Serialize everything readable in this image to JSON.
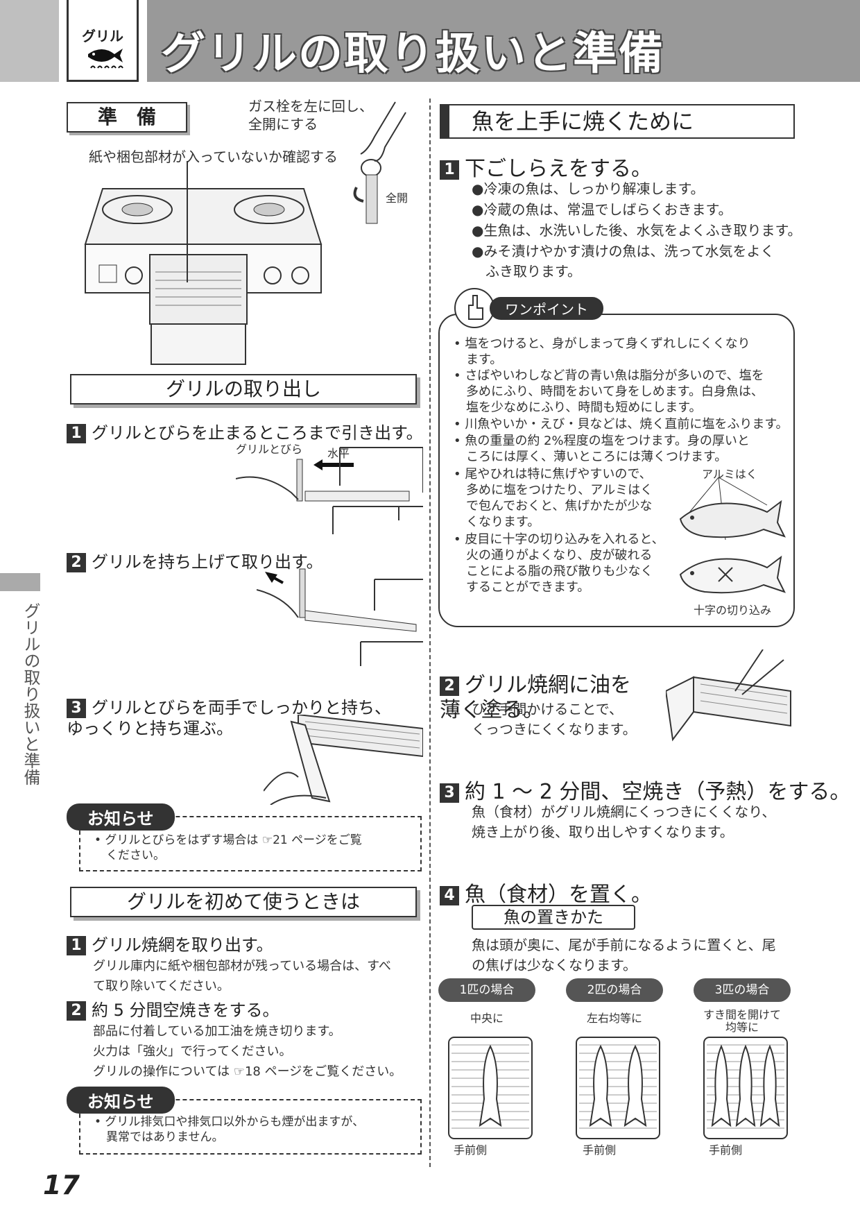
{
  "header": {
    "icon_label": "グリル",
    "title": "グリルの取り扱いと準備"
  },
  "side_label": "グリルの取り扱いと準備",
  "page_number": "17",
  "left": {
    "prep": {
      "title": "準　備",
      "valve": "ガス栓を左に回し、\n全開にする",
      "full_open": "全開",
      "check": "紙や梱包部材が入っていないか確認する"
    },
    "removal": {
      "title": "グリルの取り出し",
      "steps": [
        {
          "num": "1",
          "text": "グリルとびらを止まるところまで引き出す。",
          "label_door": "グリルとびら",
          "label_level": "水平"
        },
        {
          "num": "2",
          "text": "グリルを持ち上げて取り出す。"
        },
        {
          "num": "3",
          "text": "グリルとびらを両手でしっかりと持ち、\nゆっくりと持ち運ぶ。"
        }
      ]
    },
    "notice1": {
      "tag": "お知らせ",
      "text": "• グリルとびらをはずす場合は ☞21 ページをご覧\n　ください。"
    },
    "first_use": {
      "title": "グリルを初めて使うときは",
      "steps": [
        {
          "num": "1",
          "text": "グリル焼網を取り出す。",
          "desc": "グリル庫内に紙や梱包部材が残っている場合は、すべ\nて取り除いてください。"
        },
        {
          "num": "2",
          "text": "約 5 分間空焼きをする。",
          "desc": "部品に付着している加工油を焼き切ります。\n火力は「強火」で行ってください。\nグリルの操作については ☞18 ページをご覧ください。"
        }
      ]
    },
    "notice2": {
      "tag": "お知らせ",
      "text": "• グリル排気口や排気口以外からも煙が出ますが、\n　異常ではありません。"
    }
  },
  "right": {
    "title": "魚を上手に焼くために",
    "step1": {
      "num": "1",
      "text": "下ごしらえをする。",
      "items": [
        "●冷凍の魚は、しっかり解凍します。",
        "●冷蔵の魚は、常温でしばらくおきます。",
        "●生魚は、水洗いした後、水気をよくふき取ります。",
        "●みそ漬けやかす漬けの魚は、洗って水気をよく\n　ふき取ります。"
      ]
    },
    "onepoint": {
      "tag": "ワンポイント",
      "bullets": [
        "• 塩をつけると、身がしまって身くずれしにくくなり\n　ます。",
        "• さばやいわしなど背の青い魚は脂分が多いので、塩を\n　多めにふり、時間をおいて身をしめます。白身魚は、\n　塩を少なめにふり、時間も短めにします。",
        "• 川魚やいか・えび・貝などは、焼く直前に塩をふります。",
        "• 魚の重量の約 2%程度の塩をつけます。身の厚いと\n　ころには厚く、薄いところには薄くつけます。"
      ],
      "bullets_narrow": [
        "• 尾やひれは特に焦げやすいので、\n　多めに塩をつけたり、アルミはく\n　で包んでおくと、焦げかたが少な\n　くなります。",
        "• 皮目に十字の切り込みを入れると、\n　火の通りがよくなり、皮が破れる\n　ことによる脂の飛び散りも少なく\n　することができます。"
      ],
      "label_foil": "アルミはく",
      "label_cross": "十字の切り込み"
    },
    "step2": {
      "num": "2",
      "text": "グリル焼網に油を\n薄く塗る。",
      "desc": "ひと手間かけることで、\nくっつきにくくなります。"
    },
    "step3": {
      "num": "3",
      "text": "約 1 ～ 2 分間、空焼き（予熱）をする。",
      "desc": "魚（食材）がグリル焼網にくっつきにくくなり、\n焼き上がり後、取り出しやすくなります。"
    },
    "step4": {
      "num": "4",
      "text": "魚（食材）を置く。",
      "subtitle": "魚の置きかた",
      "desc": "魚は頭が奥に、尾が手前になるように置くと、尾\nの焦げは少なくなります。"
    },
    "placements": [
      {
        "pill": "1匹の場合",
        "note": "中央に",
        "front": "手前側"
      },
      {
        "pill": "2匹の場合",
        "note": "左右均等に",
        "front": "手前側"
      },
      {
        "pill": "3匹の場合",
        "note": "すき間を開けて\n均等に",
        "front": "手前側"
      }
    ]
  }
}
